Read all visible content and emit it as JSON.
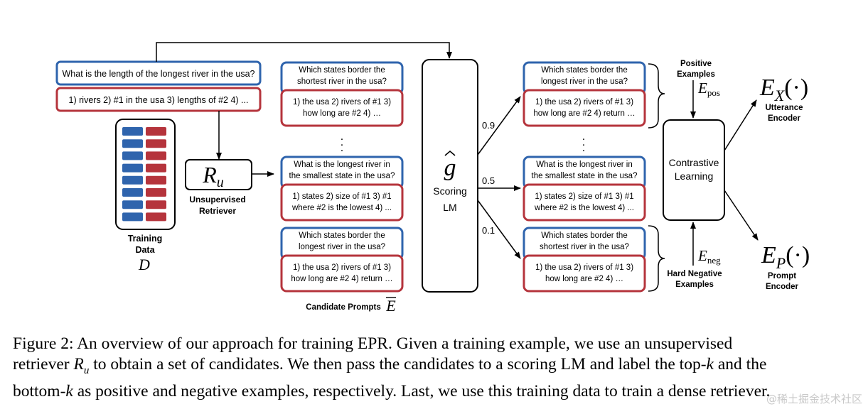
{
  "diagram": {
    "query_text": "What is the length of the longest river in the usa?",
    "query_decomp": "1) rivers 2) #1 in the usa 3) lengths of #2 4) ...",
    "training_label_1": "Training",
    "training_label_2": "Data",
    "training_symbol": "D",
    "retriever_symbol": "R",
    "retriever_sub": "u",
    "retriever_label_1": "Unsupervised",
    "retriever_label_2": "Retriever",
    "candidates": [
      {
        "q1": "Which states border the",
        "q2": "shortest river in the usa?",
        "d1": "1) the usa 2) rivers of #1 3)",
        "d2": "how long are #2 4) …"
      },
      {
        "q1": "What is the longest river in",
        "q2": "the smallest state in the usa?",
        "d1": "1) states 2) size of #1 3) #1",
        "d2": "where #2 is the lowest 4) ..."
      },
      {
        "q1": "Which states border the",
        "q2": "longest river in the usa?",
        "d1": "1) the usa 2) rivers of #1 3)",
        "d2": "how long are #2 4) return …"
      }
    ],
    "scored": [
      {
        "q1": "Which states border the",
        "q2": "longest river in the usa?",
        "d1": "1) the usa 2) rivers of #1 3)",
        "d2": "how long are #2 4) return …"
      },
      {
        "q1": "What is the longest river in",
        "q2": "the smallest state in the usa?",
        "d1": "1) states 2) size of #1 3) #1",
        "d2": "where #2 is the lowest 4) ..."
      },
      {
        "q1": "Which states border the",
        "q2": "shortest river in the usa?",
        "d1": "1) the usa 2) rivers of #1 3)",
        "d2": "how long are #2 4) …"
      }
    ],
    "candidate_prompts_label": "Candidate Prompts",
    "candidate_symbol": "E",
    "scorer_symbol": "g",
    "scorer_label_1": "Scoring",
    "scorer_label_2": "LM",
    "scores": [
      "0.9",
      "0.5",
      "0.1"
    ],
    "positive_label_1": "Positive",
    "positive_label_2": "Examples",
    "positive_symbol": "E",
    "positive_sub": "pos",
    "negative_label_1": "Hard Negative",
    "negative_label_2": "Examples",
    "negative_symbol": "E",
    "negative_sub": "neg",
    "contrastive_1": "Contrastive",
    "contrastive_2": "Learning",
    "ex_symbol": "E",
    "ex_sub": "X",
    "ex_arg": "(·)",
    "ex_label_1": "Utterance",
    "ex_label_2": "Encoder",
    "ep_symbol": "E",
    "ep_sub": "P",
    "ep_arg": "(·)",
    "ep_label_1": "Prompt",
    "ep_label_2": "Encoder",
    "colors": {
      "blue": "#2f64ad",
      "red": "#b5343c"
    }
  },
  "caption": {
    "line1": "Figure 2:  An overview of our approach for training EPR. Given a training example, we use an unsupervised",
    "line2_a": "retriever ",
    "line2_sym": "R",
    "line2_sub": "u",
    "line2_b": " to obtain a set of candidates. We then pass the candidates to a scoring LM and label the top-",
    "line2_k": "k",
    "line2_c": " and the",
    "line3_a": "bottom-",
    "line3_k": "k",
    "line3_b": " as positive and negative examples, respectively. Last, we use this training data to train a dense retriever."
  },
  "watermark": "@稀土掘金技术社区"
}
